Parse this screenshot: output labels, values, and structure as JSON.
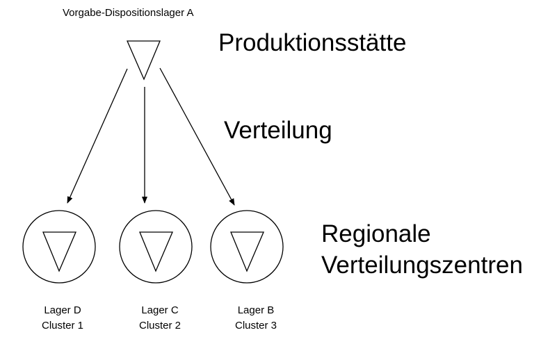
{
  "diagram": {
    "source_label": "Vorgabe-Dispositionslager A",
    "level_labels": {
      "production": "Produktionsstätte",
      "distribution": "Verteilung",
      "regional_line1": "Regionale",
      "regional_line2": "Verteilungszentren"
    },
    "warehouses": [
      {
        "name": "Lager D",
        "cluster": "Cluster 1"
      },
      {
        "name": "Lager C",
        "cluster": "Cluster 2"
      },
      {
        "name": "Lager B",
        "cluster": "Cluster 3"
      }
    ],
    "colors": {
      "stroke": "#000000",
      "background": "#ffffff"
    }
  }
}
